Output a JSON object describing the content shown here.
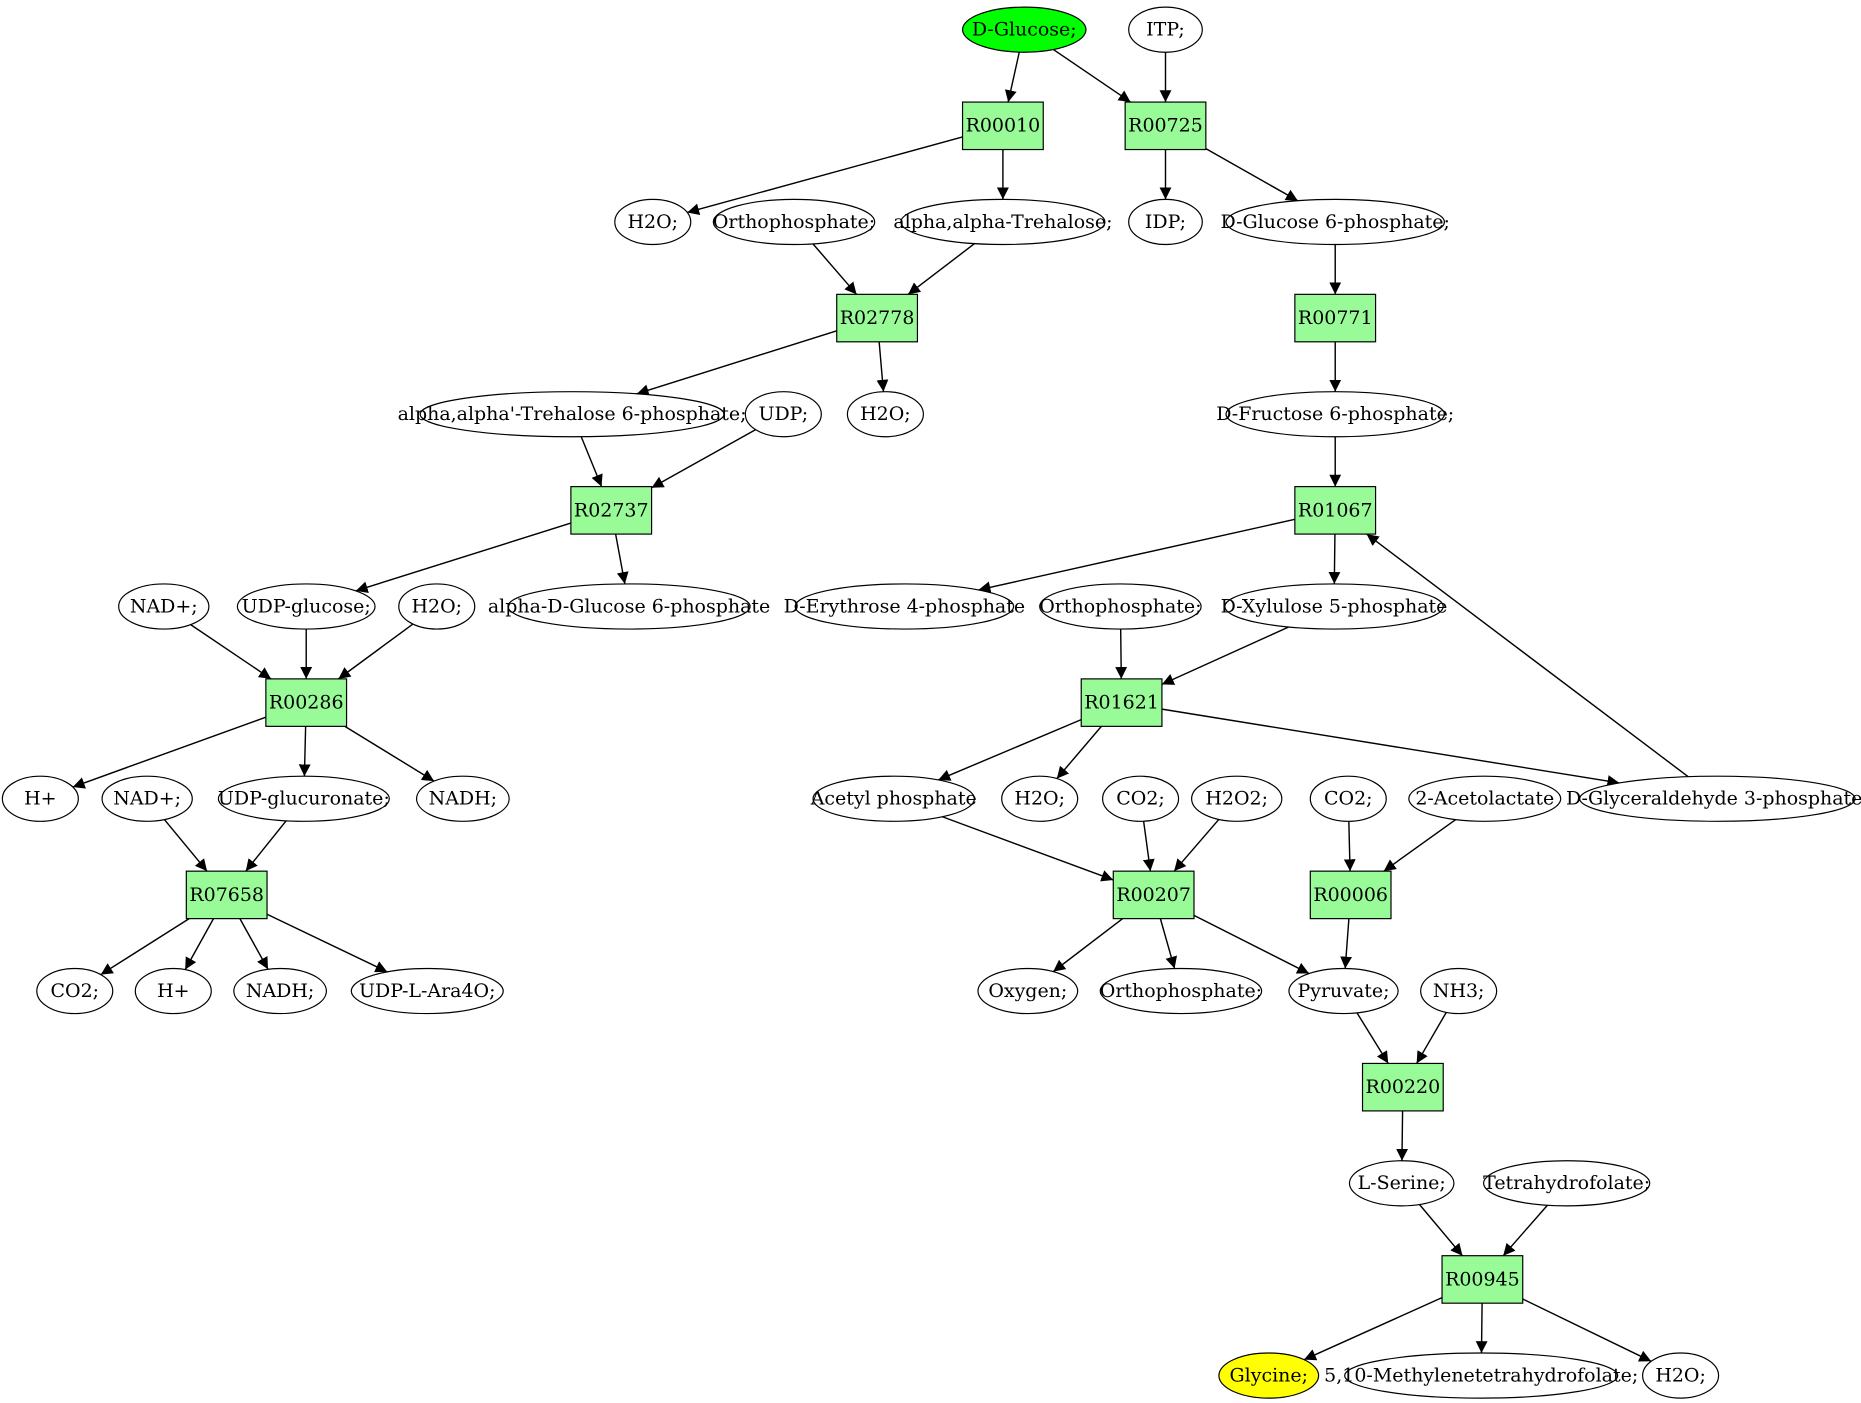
{
  "colors": {
    "reaction_fill": "#98FB98",
    "start_fill": "#00FF00",
    "target_fill": "#FFFF00",
    "compound_fill": "#FFFFFF",
    "stroke": "#000000"
  },
  "nodes": [
    {
      "id": "dglucose",
      "label": "D-Glucose;",
      "kind": "start"
    },
    {
      "id": "itp",
      "label": "ITP;",
      "kind": "compound"
    },
    {
      "id": "r00010",
      "label": "R00010",
      "kind": "reaction"
    },
    {
      "id": "r00725",
      "label": "R00725",
      "kind": "reaction"
    },
    {
      "id": "h2o_a",
      "label": "H2O;",
      "kind": "compound"
    },
    {
      "id": "ortho_a",
      "label": "Orthophosphate;",
      "kind": "compound"
    },
    {
      "id": "trehalose",
      "label": "alpha,alpha-Trehalose;",
      "kind": "compound"
    },
    {
      "id": "idp",
      "label": "IDP;",
      "kind": "compound"
    },
    {
      "id": "g6p",
      "label": "D-Glucose 6-phosphate;",
      "kind": "compound"
    },
    {
      "id": "r02778",
      "label": "R02778",
      "kind": "reaction"
    },
    {
      "id": "r00771",
      "label": "R00771",
      "kind": "reaction"
    },
    {
      "id": "t6p",
      "label": "alpha,alpha'-Trehalose 6-phosphate;",
      "kind": "compound"
    },
    {
      "id": "udp",
      "label": "UDP;",
      "kind": "compound"
    },
    {
      "id": "h2o_b",
      "label": "H2O;",
      "kind": "compound"
    },
    {
      "id": "f6p",
      "label": "D-Fructose 6-phosphate;",
      "kind": "compound"
    },
    {
      "id": "r02737",
      "label": "R02737",
      "kind": "reaction"
    },
    {
      "id": "r01067",
      "label": "R01067",
      "kind": "reaction"
    },
    {
      "id": "nad_a",
      "label": "NAD+;",
      "kind": "compound"
    },
    {
      "id": "udpglucose",
      "label": "UDP-glucose;",
      "kind": "compound"
    },
    {
      "id": "h2o_c",
      "label": "H2O;",
      "kind": "compound"
    },
    {
      "id": "adg6p",
      "label": "alpha-D-Glucose 6-phosphate",
      "kind": "compound"
    },
    {
      "id": "e4p",
      "label": "D-Erythrose 4-phosphate",
      "kind": "compound"
    },
    {
      "id": "ortho_b",
      "label": "Orthophosphate;",
      "kind": "compound"
    },
    {
      "id": "x5p",
      "label": "D-Xylulose 5-phosphate",
      "kind": "compound"
    },
    {
      "id": "r00286",
      "label": "R00286",
      "kind": "reaction"
    },
    {
      "id": "r01621",
      "label": "R01621",
      "kind": "reaction"
    },
    {
      "id": "hplus_a",
      "label": "H+",
      "kind": "compound"
    },
    {
      "id": "nad_b",
      "label": "NAD+;",
      "kind": "compound"
    },
    {
      "id": "udpglucuronate",
      "label": "UDP-glucuronate;",
      "kind": "compound"
    },
    {
      "id": "nadh_a",
      "label": "NADH;",
      "kind": "compound"
    },
    {
      "id": "acetylp",
      "label": "Acetyl phosphate",
      "kind": "compound"
    },
    {
      "id": "h2o_d",
      "label": "H2O;",
      "kind": "compound"
    },
    {
      "id": "co2_a",
      "label": "CO2;",
      "kind": "compound"
    },
    {
      "id": "h2o2",
      "label": "H2O2;",
      "kind": "compound"
    },
    {
      "id": "co2_b",
      "label": "CO2;",
      "kind": "compound"
    },
    {
      "id": "acetolactate",
      "label": "2-Acetolactate",
      "kind": "compound"
    },
    {
      "id": "g3p",
      "label": "D-Glyceraldehyde 3-phosphate;",
      "kind": "compound"
    },
    {
      "id": "r07658",
      "label": "R07658",
      "kind": "reaction"
    },
    {
      "id": "r00207",
      "label": "R00207",
      "kind": "reaction"
    },
    {
      "id": "r00006",
      "label": "R00006",
      "kind": "reaction"
    },
    {
      "id": "co2_c",
      "label": "CO2;",
      "kind": "compound"
    },
    {
      "id": "hplus_b",
      "label": "H+",
      "kind": "compound"
    },
    {
      "id": "nadh_b",
      "label": "NADH;",
      "kind": "compound"
    },
    {
      "id": "udpara",
      "label": "UDP-L-Ara4O;",
      "kind": "compound"
    },
    {
      "id": "oxygen",
      "label": "Oxygen;",
      "kind": "compound"
    },
    {
      "id": "ortho_c",
      "label": "Orthophosphate;",
      "kind": "compound"
    },
    {
      "id": "pyruvate",
      "label": "Pyruvate;",
      "kind": "compound"
    },
    {
      "id": "nh3",
      "label": "NH3;",
      "kind": "compound"
    },
    {
      "id": "r00220",
      "label": "R00220",
      "kind": "reaction"
    },
    {
      "id": "lserine",
      "label": "L-Serine;",
      "kind": "compound"
    },
    {
      "id": "thf",
      "label": "Tetrahydrofolate;",
      "kind": "compound"
    },
    {
      "id": "r00945",
      "label": "R00945",
      "kind": "reaction"
    },
    {
      "id": "glycine",
      "label": "Glycine;",
      "kind": "target"
    },
    {
      "id": "methylthf",
      "label": "5,10-Methylenetetrahydrofolate;",
      "kind": "compound"
    },
    {
      "id": "h2o_e",
      "label": "H2O;",
      "kind": "compound"
    }
  ],
  "edges": [
    {
      "from": "dglucose",
      "to": "r00010"
    },
    {
      "from": "dglucose",
      "to": "r00725"
    },
    {
      "from": "itp",
      "to": "r00725"
    },
    {
      "from": "r00010",
      "to": "h2o_a"
    },
    {
      "from": "r00010",
      "to": "trehalose"
    },
    {
      "from": "r00725",
      "to": "idp"
    },
    {
      "from": "r00725",
      "to": "g6p"
    },
    {
      "from": "ortho_a",
      "to": "r02778"
    },
    {
      "from": "trehalose",
      "to": "r02778"
    },
    {
      "from": "g6p",
      "to": "r00771"
    },
    {
      "from": "r02778",
      "to": "t6p"
    },
    {
      "from": "r02778",
      "to": "h2o_b"
    },
    {
      "from": "r00771",
      "to": "f6p"
    },
    {
      "from": "t6p",
      "to": "r02737"
    },
    {
      "from": "udp",
      "to": "r02737"
    },
    {
      "from": "f6p",
      "to": "r01067"
    },
    {
      "from": "r02737",
      "to": "udpglucose"
    },
    {
      "from": "r02737",
      "to": "adg6p"
    },
    {
      "from": "r01067",
      "to": "e4p"
    },
    {
      "from": "r01067",
      "to": "x5p"
    },
    {
      "from": "nad_a",
      "to": "r00286"
    },
    {
      "from": "udpglucose",
      "to": "r00286"
    },
    {
      "from": "h2o_c",
      "to": "r00286"
    },
    {
      "from": "ortho_b",
      "to": "r01621"
    },
    {
      "from": "x5p",
      "to": "r01621"
    },
    {
      "from": "r00286",
      "to": "hplus_a"
    },
    {
      "from": "r00286",
      "to": "udpglucuronate"
    },
    {
      "from": "r00286",
      "to": "nadh_a"
    },
    {
      "from": "r01621",
      "to": "acetylp"
    },
    {
      "from": "r01621",
      "to": "h2o_d"
    },
    {
      "from": "r01621",
      "to": "g3p"
    },
    {
      "from": "g3p",
      "to": "r01067"
    },
    {
      "from": "nad_b",
      "to": "r07658"
    },
    {
      "from": "udpglucuronate",
      "to": "r07658"
    },
    {
      "from": "acetylp",
      "to": "r00207"
    },
    {
      "from": "co2_a",
      "to": "r00207"
    },
    {
      "from": "h2o2",
      "to": "r00207"
    },
    {
      "from": "co2_b",
      "to": "r00006"
    },
    {
      "from": "acetolactate",
      "to": "r00006"
    },
    {
      "from": "r07658",
      "to": "co2_c"
    },
    {
      "from": "r07658",
      "to": "hplus_b"
    },
    {
      "from": "r07658",
      "to": "nadh_b"
    },
    {
      "from": "r07658",
      "to": "udpara"
    },
    {
      "from": "r00207",
      "to": "oxygen"
    },
    {
      "from": "r00207",
      "to": "ortho_c"
    },
    {
      "from": "r00207",
      "to": "pyruvate"
    },
    {
      "from": "r00006",
      "to": "pyruvate"
    },
    {
      "from": "pyruvate",
      "to": "r00220"
    },
    {
      "from": "nh3",
      "to": "r00220"
    },
    {
      "from": "r00220",
      "to": "lserine"
    },
    {
      "from": "lserine",
      "to": "r00945"
    },
    {
      "from": "thf",
      "to": "r00945"
    },
    {
      "from": "r00945",
      "to": "glycine"
    },
    {
      "from": "r00945",
      "to": "methylthf"
    },
    {
      "from": "r00945",
      "to": "h2o_e"
    }
  ]
}
